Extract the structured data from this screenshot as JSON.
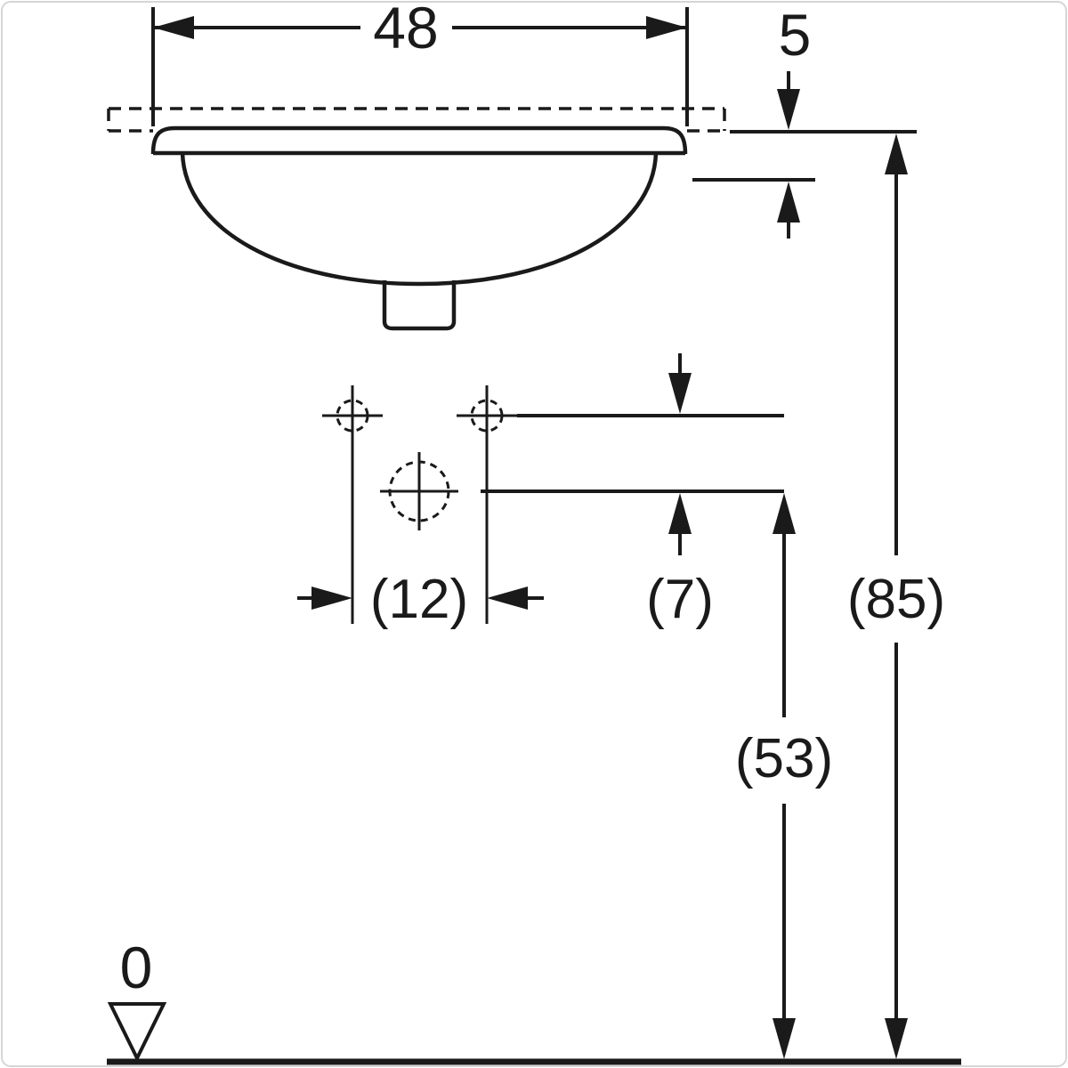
{
  "drawing": {
    "kind": "technical-dimension-drawing",
    "subject": "undercounter-washbasin-front-view",
    "colors": {
      "line": "#1a1a1a",
      "background": "#ffffff",
      "frame": "#d6d6d6"
    },
    "dimensions": {
      "d48": "48",
      "d5": "5",
      "d12": "(12)",
      "d7": "(7)",
      "d53": "(53)",
      "d85": "(85)",
      "zero": "0"
    }
  }
}
